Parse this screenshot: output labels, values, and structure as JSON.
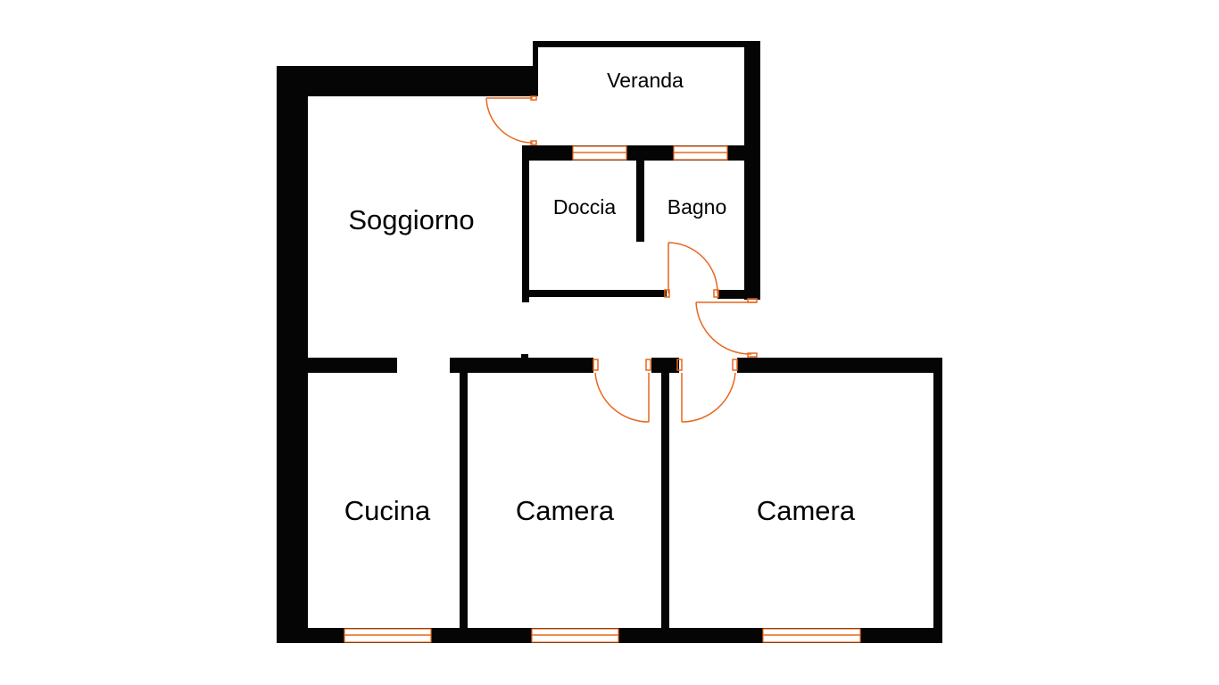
{
  "rooms": {
    "veranda": "Veranda",
    "doccia": "Doccia",
    "bagno": "Bagno",
    "soggiorno": "Soggiorno",
    "cucina": "Cucina",
    "camera_1": "Camera",
    "camera_2": "Camera"
  },
  "colors": {
    "wall": "#050505",
    "door": "#e8671c",
    "background": "#ffffff"
  }
}
